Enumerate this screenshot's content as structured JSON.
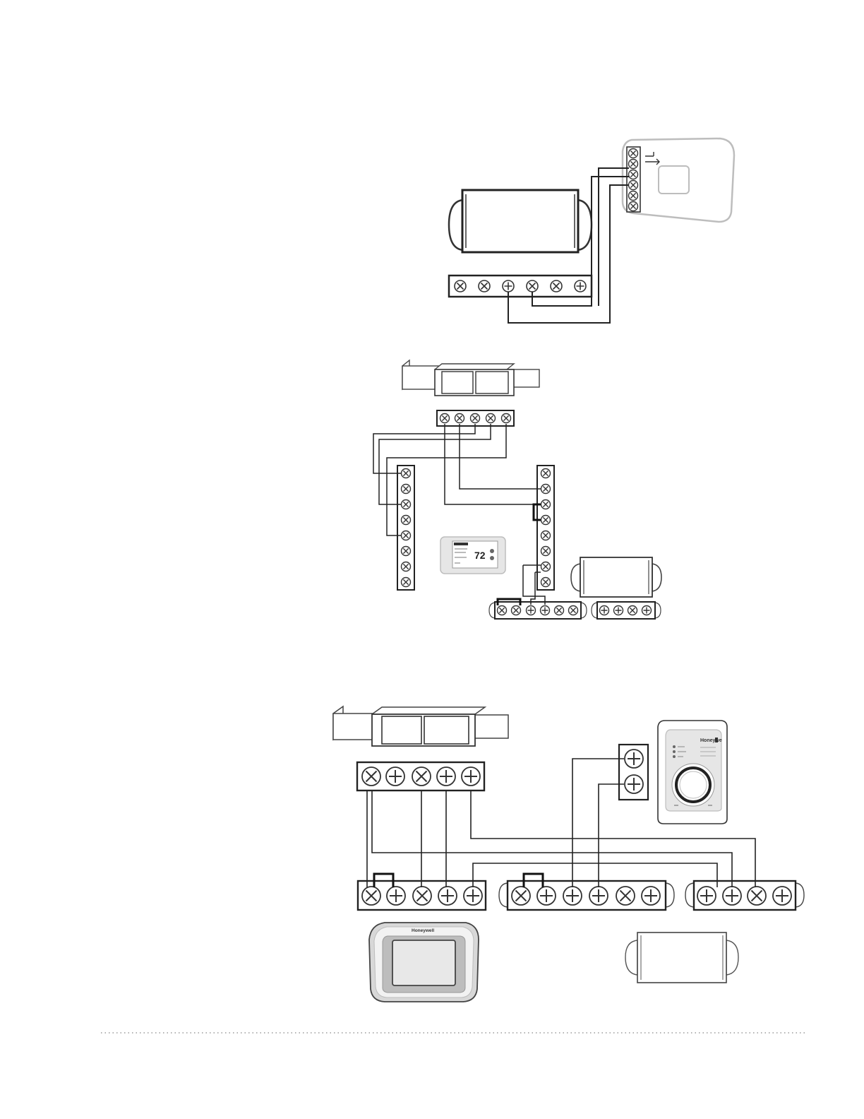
{
  "brand": {
    "name_setpoint_control": "Honeywe",
    "name_touchscreen": "Honeywell"
  },
  "thermostat_display": {
    "temperature": "72"
  },
  "colors": {
    "wire": "#222222",
    "outline": "#333333",
    "device_gray": "#bdbdbd",
    "device_light": "#e6e6e6",
    "screen": "#e8e8e8",
    "footer_dots": "#9a9a9a"
  }
}
